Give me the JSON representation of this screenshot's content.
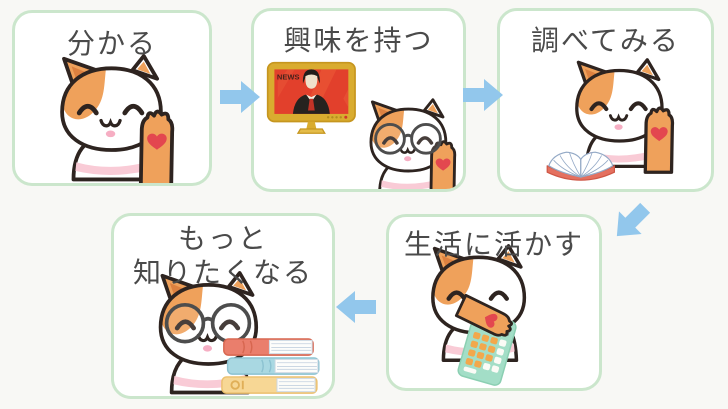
{
  "colors": {
    "background": "#F8F8F5",
    "box_fill": "#FFFFFF",
    "box_border": "#CBE6CC",
    "arrow": "#92C7EC",
    "text": "#4A4A4A"
  },
  "illustration_colors": {
    "cat_patch_orange": "#EFA15B",
    "cat_outline": "#2E2420",
    "paw_heart_red": "#E3474F",
    "tv_frame_gold": "#D9AC2F",
    "tv_screen_red": "#E2402C",
    "open_book_cover": "#E4705F",
    "book_spine_red": "#EA7E6C",
    "book_spine_blue": "#A9D8E2",
    "book_spine_yellow": "#F7D795",
    "calculator_green": "#A3DEC7",
    "calculator_buttons": "#F2A84C"
  },
  "steps": [
    {
      "label": "分かる",
      "illustration": "waving-calico-cat"
    },
    {
      "label": "興味を持つ",
      "illustration": "news-tv-and-cat-with-glasses"
    },
    {
      "label": "調べてみる",
      "illustration": "cat-with-open-book"
    },
    {
      "label": "生活に活かす",
      "illustration": "cat-holding-calculator"
    },
    {
      "label": "もっと\n知りたくなる",
      "illustration": "cat-with-glasses-and-book-stack"
    }
  ],
  "tv": {
    "screen_label": "NEWS"
  },
  "arrows": [
    {
      "from": "分かる",
      "to": "興味を持つ",
      "direction": "right"
    },
    {
      "from": "興味を持つ",
      "to": "調べてみる",
      "direction": "right"
    },
    {
      "from": "調べてみる",
      "to": "生活に活かす",
      "direction": "down-left"
    },
    {
      "from": "生活に活かす",
      "to": "もっと知りたくなる",
      "direction": "left"
    }
  ]
}
